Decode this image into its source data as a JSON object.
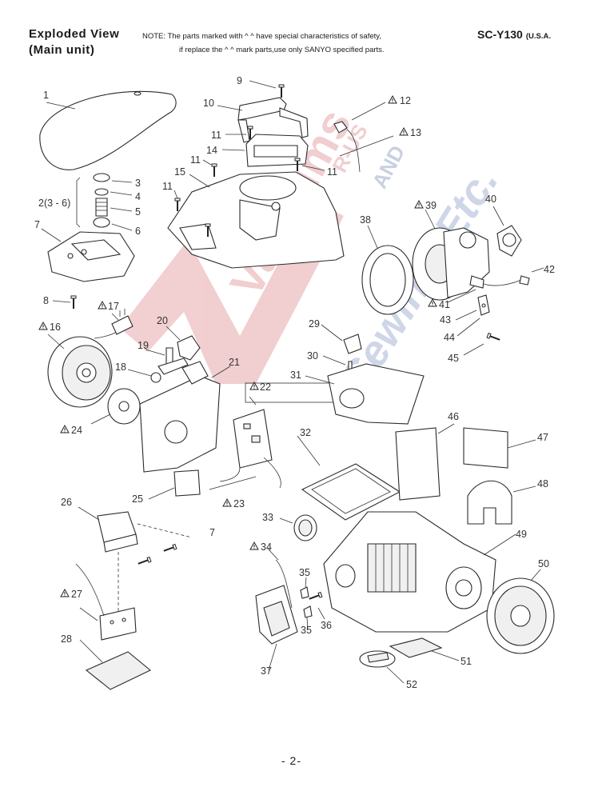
{
  "header": {
    "title_line1": "Exploded View",
    "title_line2": "(Main unit)",
    "note_line1": "NOTE:  The parts marked with ^ ^ have special characteristics of safety,",
    "note_line2": "if replace the ^ ^ mark parts,use only SANYO specified parts.",
    "model": "SC-Y130",
    "region": "(U.S.A."
  },
  "footer": {
    "page": "- 2-"
  },
  "watermark": {
    "brand": "Vacuums",
    "line2": "R-US",
    "line3": "AND",
    "line4": "Sewing, Etc."
  },
  "part_labels": {
    "p1": "1",
    "p2": "2(3 - 6)",
    "p3": "3",
    "p4": "4",
    "p5": "5",
    "p6": "6",
    "p7a": "7",
    "p8": "8",
    "p9": "9",
    "p10": "10",
    "p11a": "11",
    "p11b": "11",
    "p11c": "11",
    "p11d": "11",
    "p12": "12",
    "p13": "13",
    "p14": "14",
    "p15": "15",
    "p16": "16",
    "p17": "17",
    "p18": "18",
    "p19": "19",
    "p20": "20",
    "p21": "21",
    "p22": "22",
    "p23": "23",
    "p24": "24",
    "p25": "25",
    "p26": "26",
    "p7b": "7",
    "p27": "27",
    "p28": "28",
    "p29": "29",
    "p30": "30",
    "p31": "31",
    "p32": "32",
    "p33": "33",
    "p34": "34",
    "p35a": "35",
    "p35b": "35",
    "p36": "36",
    "p37": "37",
    "p38": "38",
    "p39": "39",
    "p40": "40",
    "p41": "41",
    "p42": "42",
    "p43": "43",
    "p44": "44",
    "p45": "45",
    "p46": "46",
    "p47": "47",
    "p48": "48",
    "p49": "49",
    "p50": "50",
    "p51": "51",
    "p52": "52"
  }
}
